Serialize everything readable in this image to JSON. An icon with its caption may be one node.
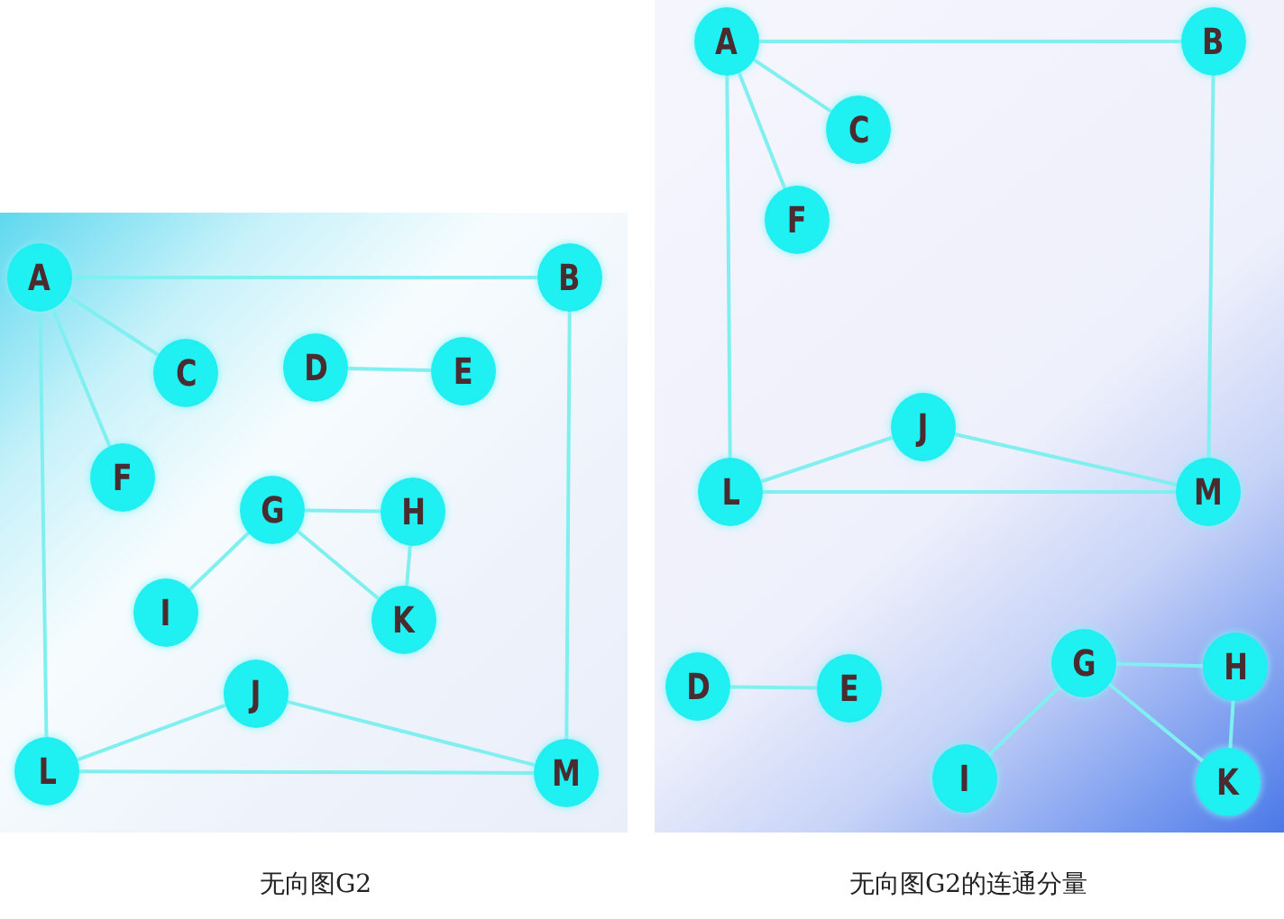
{
  "diagram": {
    "nodes": [
      {
        "text": [
          "A"
        ]
      },
      {
        "text": [
          "B"
        ]
      },
      {
        "text": [
          "C"
        ]
      },
      {
        "text": [
          "D"
        ]
      },
      {
        "text": [
          "E"
        ]
      },
      {
        "text": [
          "F"
        ]
      },
      {
        "text": [
          "G"
        ]
      },
      {
        "text": [
          "H"
        ]
      },
      {
        "text": [
          "I"
        ]
      },
      {
        "text": [
          "K"
        ]
      },
      {
        "text": [
          "J"
        ]
      },
      {
        "text": [
          "L"
        ]
      },
      {
        "text": [
          "M"
        ]
      },
      {
        "text": [
          "A"
        ]
      },
      {
        "text": [
          "B"
        ]
      },
      {
        "text": [
          "C"
        ]
      },
      {
        "text": [
          "F"
        ]
      },
      {
        "text": [
          "J"
        ]
      },
      {
        "text": [
          "L"
        ]
      },
      {
        "text": [
          "M"
        ]
      },
      {
        "text": [
          "D"
        ]
      },
      {
        "text": [
          "E"
        ]
      },
      {
        "text": [
          "G"
        ]
      },
      {
        "text": [
          "H"
        ]
      },
      {
        "text": [
          "I"
        ]
      },
      {
        "text": [
          "K"
        ]
      }
    ],
    "edges": [
      {
        "from": 0,
        "to": 1,
        "arrow": "none"
      },
      {
        "from": 0,
        "to": 2,
        "arrow": "none"
      },
      {
        "from": 0,
        "to": 5,
        "arrow": "none"
      },
      {
        "from": 0,
        "to": 11,
        "arrow": "none"
      },
      {
        "from": 1,
        "to": 12,
        "arrow": "none"
      },
      {
        "from": 3,
        "to": 4,
        "arrow": "none"
      },
      {
        "from": 6,
        "to": 7,
        "arrow": "none"
      },
      {
        "from": 6,
        "to": 8,
        "arrow": "none"
      },
      {
        "from": 6,
        "to": 9,
        "arrow": "none"
      },
      {
        "from": 7,
        "to": 9,
        "arrow": "none"
      },
      {
        "from": 11,
        "to": 10,
        "arrow": "none"
      },
      {
        "from": 10,
        "to": 12,
        "arrow": "none"
      },
      {
        "from": 11,
        "to": 12,
        "arrow": "none"
      },
      {
        "from": 13,
        "to": 14,
        "arrow": "none"
      },
      {
        "from": 13,
        "to": 15,
        "arrow": "none"
      },
      {
        "from": 13,
        "to": 16,
        "arrow": "none"
      },
      {
        "from": 13,
        "to": 18,
        "arrow": "none"
      },
      {
        "from": 14,
        "to": 19,
        "arrow": "none"
      },
      {
        "from": 18,
        "to": 17,
        "arrow": "none"
      },
      {
        "from": 17,
        "to": 19,
        "arrow": "none"
      },
      {
        "from": 18,
        "to": 19,
        "arrow": "none"
      },
      {
        "from": 20,
        "to": 21,
        "arrow": "none"
      },
      {
        "from": 22,
        "to": 23,
        "arrow": "none"
      },
      {
        "from": 22,
        "to": 24,
        "arrow": "none"
      },
      {
        "from": 22,
        "to": 25,
        "arrow": "none"
      },
      {
        "from": 23,
        "to": 25,
        "arrow": "none"
      }
    ],
    "labels": [
      "无向图G2",
      "无向图G2的连通分量"
    ]
  }
}
